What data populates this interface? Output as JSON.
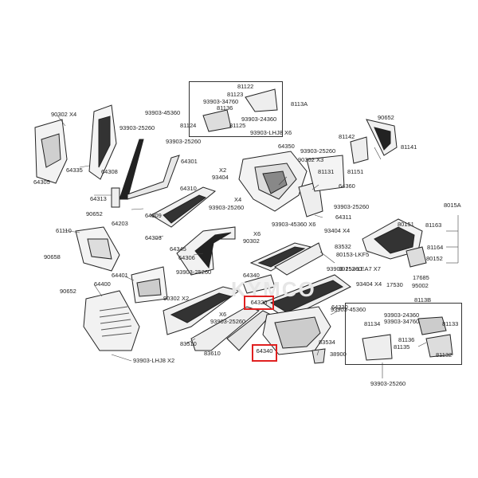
{
  "watermark": "KYMCO",
  "labels": {
    "l81122": "81122",
    "l81123": "81123",
    "l93903_34760": "93903-34760",
    "l81136a": "81136",
    "l8113A": "8113A",
    "l81124": "81124",
    "l81125": "81125",
    "l93903_24360a": "93903-24360",
    "l93903_45360a": "93903-45360",
    "l93903_25260a": "93903-25260",
    "l90302x4": "90302  X4",
    "l64335": "64335",
    "l64308": "64308",
    "l64305": "64305",
    "l93903_lhj8x6": "93903-LHJ8 X6",
    "l93903_25260b": "93903-25260",
    "l64350": "64350",
    "l90652a": "90652",
    "l81142": "81142",
    "l81141": "81141",
    "l93903_25260c": "93903-25260",
    "l90302x3": "90302  X3",
    "l81131": "81131",
    "l81151": "81151",
    "l64301": "64301",
    "l64313": "64313",
    "l90652b": "90652",
    "l64203": "64203",
    "l64309": "64309",
    "lx2": "X2",
    "l93404": "93404",
    "l64360": "64360",
    "l64310": "64310",
    "l93903_25260d": "93903-25260",
    "l8015A": "8015A",
    "lx4a": "X4",
    "l93903_25260e": "93903-25260",
    "l64311": "64311",
    "l61110": "61110",
    "l93903_45360x6": "93903-45360  X6",
    "l81163": "81163",
    "l64303": "64303",
    "l93404x4": "93404  X4",
    "l80151": "80151",
    "l90658": "90658",
    "lx6": "X6",
    "l90302b": "90302",
    "l83532": "83532",
    "l81164": "81164",
    "l64345": "64345",
    "l64306": "64306",
    "l80153_lkf5": "80153-LKF5",
    "l80152": "80152",
    "l93903_25260f": "93903-25260",
    "l64401": "64401",
    "l93903_25260g": "93903-25260",
    "l80153_lea7x7": "80153-LEA7  X7",
    "l17685": "17685",
    "l17530": "17530",
    "l95002": "95002",
    "l64340_top": "64340",
    "l93404x4b": "93404  X4",
    "l90652c": "90652",
    "l64400": "64400",
    "l64330": "64330",
    "l8113B": "8113B",
    "l90302x2": "90302  X2",
    "l93903_45360b": "93903-45360",
    "lx6b": "X6",
    "l93903_25260h": "93903-25260",
    "l93903_24360b": "93903-24360",
    "l81134": "81134",
    "l93903_34760b": "93903-34760",
    "l81133": "81133",
    "l81136b": "81136",
    "l81135": "81135",
    "l83534": "83534",
    "l83510": "83510",
    "l83610": "83610",
    "l38900": "38900",
    "l81132": "81132",
    "l93903_lhj8x2": "93903-LHJ8 X2",
    "l93903_25260i": "93903-25260"
  },
  "highlights": {
    "h64320": "64320",
    "h64340": "64340"
  }
}
